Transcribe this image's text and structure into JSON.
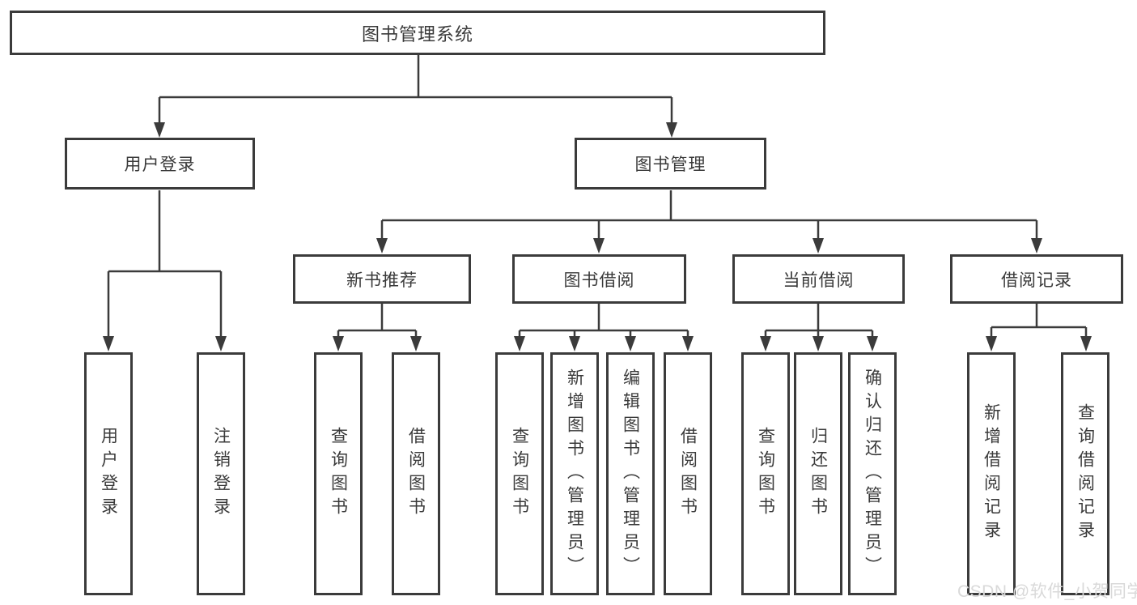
{
  "tree": {
    "root": "图书管理系统",
    "user_login": {
      "label": "用户登录",
      "children": [
        "用户登录",
        "注销登录"
      ]
    },
    "book_mgmt": {
      "label": "图书管理",
      "sections": [
        {
          "label": "新书推荐",
          "children": [
            "查询图书",
            "借阅图书"
          ]
        },
        {
          "label": "图书借阅",
          "children": [
            "查询图书",
            "新增图书（管理员）",
            "编辑图书（管理员）",
            "借阅图书"
          ]
        },
        {
          "label": "当前借阅",
          "children": [
            "查询图书",
            "归还图书",
            "确认归还（管理员）"
          ]
        },
        {
          "label": "借阅记录",
          "children": [
            "新增借阅记录",
            "查询借阅记录"
          ]
        }
      ]
    }
  },
  "watermark": "CSDN @软件_小贺同学",
  "colors": {
    "line": "#3b3b3b",
    "text": "#3a3a3a",
    "background": "#ffffff",
    "watermark": "#d9d9d9"
  }
}
